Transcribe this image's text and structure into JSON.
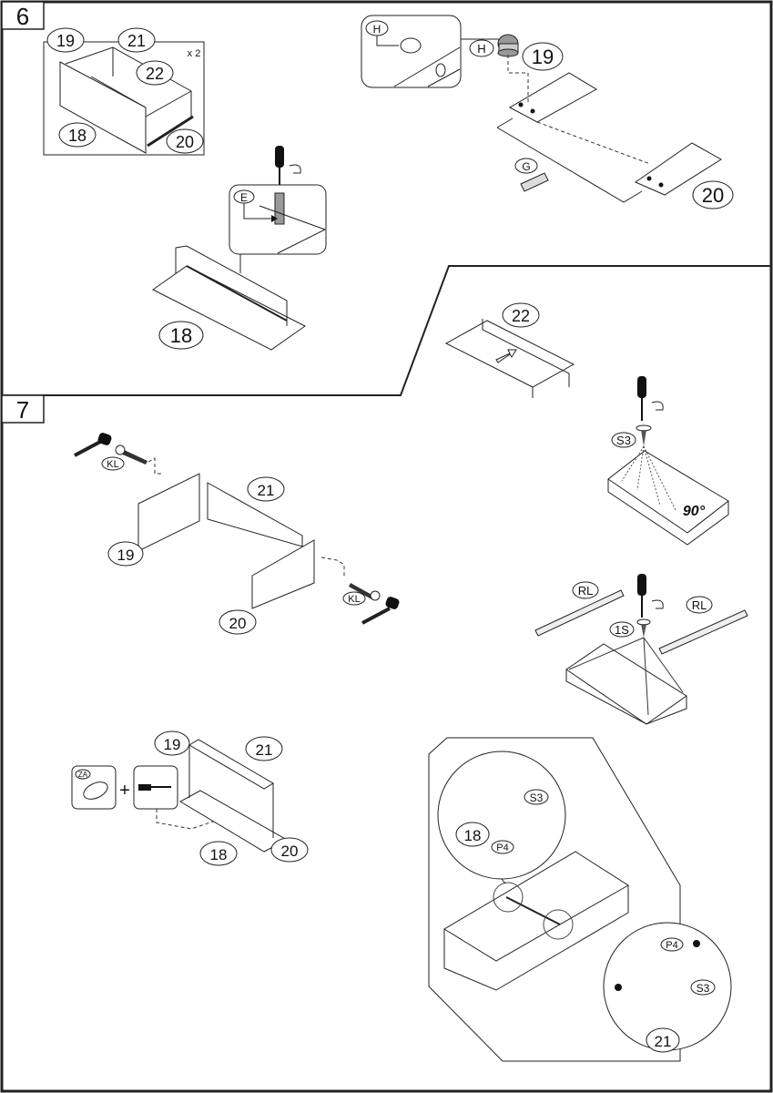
{
  "steps": {
    "step6": {
      "number": "6",
      "inset": {
        "multiplier": "x 2",
        "parts": [
          "19",
          "21",
          "22",
          "18",
          "20"
        ]
      },
      "cam_detail": {
        "fitting": "H",
        "fitting_repeat": "H",
        "parts": [
          "19",
          "20"
        ],
        "dowel": "G"
      },
      "bottom_panel": {
        "fitting": "E",
        "part": "18"
      },
      "drawer_base": {
        "part": "22"
      }
    },
    "step7": {
      "number": "7",
      "frame": {
        "bolt_left": "KL",
        "bolt_right": "KL",
        "parts": [
          "21",
          "19",
          "20"
        ]
      },
      "screw_step": {
        "screw": "S3",
        "angle": "90°"
      },
      "runner_step": {
        "runner_left": "RL",
        "runner_right": "RL",
        "screw": "1S"
      },
      "base_step": {
        "accessory": "ZA",
        "parts": [
          "19",
          "21",
          "18",
          "20"
        ],
        "plus": "+"
      },
      "detail_panel": {
        "top_circle": {
          "screw": "S3",
          "part": "18",
          "pin": "P4"
        },
        "bottom_circle": {
          "pin": "P4",
          "screw": "S3",
          "part": "21"
        }
      }
    }
  },
  "colors": {
    "line": "#222222",
    "background": "#ffffff"
  }
}
